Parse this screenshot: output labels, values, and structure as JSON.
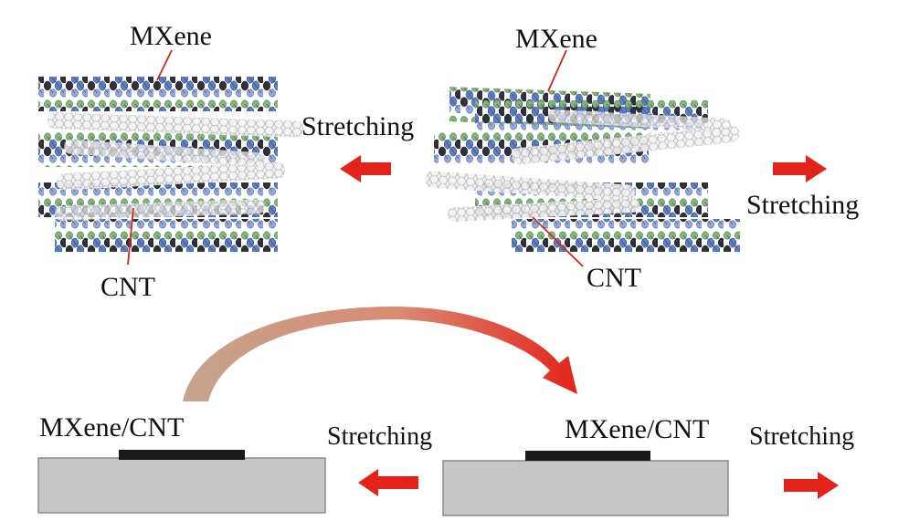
{
  "labels": {
    "left_mxene": "MXene",
    "left_cnt": "CNT",
    "left_stretching": "Stretching",
    "right_mxene": "MXene",
    "right_cnt": "CNT",
    "right_stretching": "Stretching",
    "bottom_left_film": "MXene/CNT",
    "bottom_left_stretching": "Stretching",
    "bottom_right_film": "MXene/CNT",
    "bottom_right_stretching": "Stretching"
  },
  "colors": {
    "arrow_red": "#e32219",
    "leader_red": "#d4271c",
    "substrate_fill": "#c6c6c6",
    "substrate_edge": "#8a8a8a",
    "film": "#1a1a1a",
    "curved_arrow_start": "#c4a58c",
    "curved_arrow_end": "#e5231a",
    "mxene_blue": "#5a7fcf",
    "mxene_dark": "#2b2f3a",
    "mxene_green": "#7fb77a",
    "cnt_gray": "#9a9a9a"
  }
}
